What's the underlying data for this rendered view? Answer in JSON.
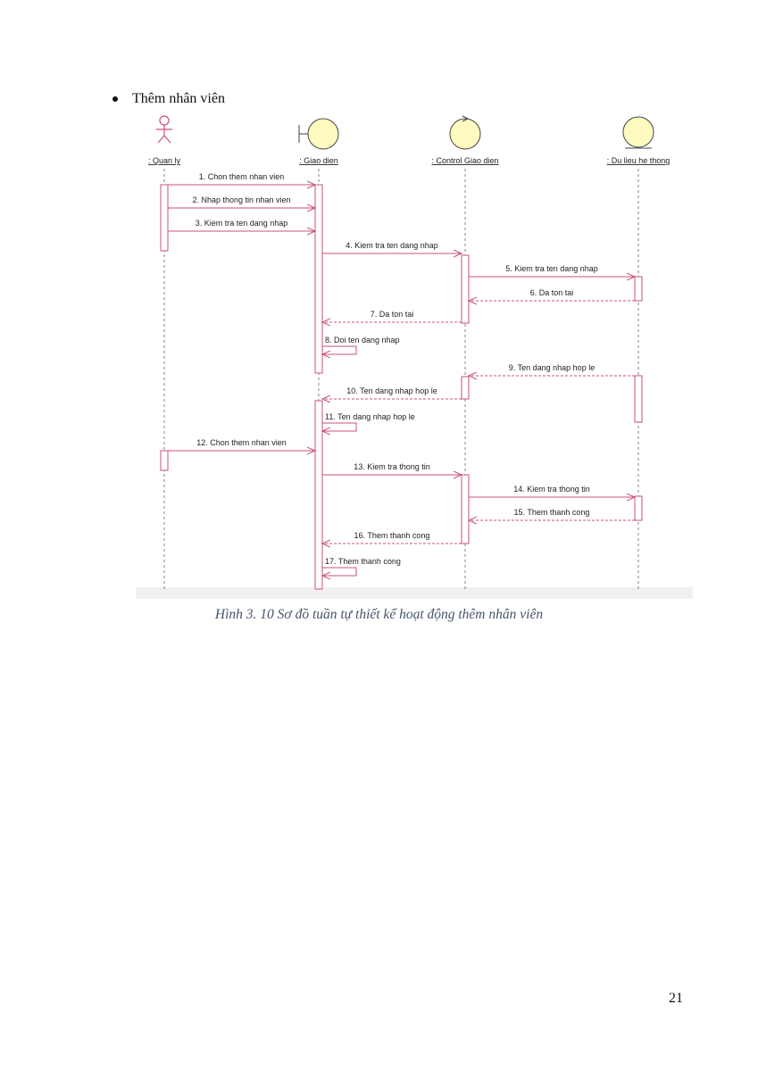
{
  "document": {
    "bullet_text": "Thêm nhân viên",
    "caption": "Hình 3. 10 Sơ đồ tuần tự thiết kế hoạt động thêm nhân viên",
    "page_number": "21"
  },
  "diagram": {
    "type": "uml-sequence",
    "line_color": "#c8507a",
    "object_fill": "#fffbc0",
    "participants": [
      {
        "id": "quanly",
        "kind": "actor",
        "label": ": Quan ly"
      },
      {
        "id": "giaodien",
        "kind": "boundary",
        "label": ": Giao dien"
      },
      {
        "id": "control",
        "kind": "control",
        "label": ": Control Giao dien"
      },
      {
        "id": "dulieu",
        "kind": "entity",
        "label": ": Du lieu he thong"
      }
    ],
    "messages": [
      {
        "label": "1. Chon them nhan vien",
        "from": "quanly",
        "to": "giaodien",
        "kind": "call"
      },
      {
        "label": "2. Nhap thong tin nhan vien",
        "from": "quanly",
        "to": "giaodien",
        "kind": "call"
      },
      {
        "label": "3. Kiem tra ten dang nhap",
        "from": "quanly",
        "to": "giaodien",
        "kind": "call"
      },
      {
        "label": "4. Kiem tra ten dang nhap",
        "from": "giaodien",
        "to": "control",
        "kind": "call"
      },
      {
        "label": "5. Kiem tra ten dang nhap",
        "from": "control",
        "to": "dulieu",
        "kind": "call"
      },
      {
        "label": "6. Da ton tai",
        "from": "dulieu",
        "to": "control",
        "kind": "return"
      },
      {
        "label": "7. Da ton tai",
        "from": "control",
        "to": "giaodien",
        "kind": "return"
      },
      {
        "label": "8. Doi ten dang nhap",
        "from": "giaodien",
        "to": "giaodien",
        "kind": "self"
      },
      {
        "label": "9. Ten dang nhap hop le",
        "from": "dulieu",
        "to": "control",
        "kind": "return"
      },
      {
        "label": "10. Ten dang nhap hop le",
        "from": "control",
        "to": "giaodien",
        "kind": "return"
      },
      {
        "label": "11. Ten dang nhap hop le",
        "from": "giaodien",
        "to": "giaodien",
        "kind": "self"
      },
      {
        "label": "12. Chon them nhan vien",
        "from": "quanly",
        "to": "giaodien",
        "kind": "call"
      },
      {
        "label": "13. Kiem tra thong tin",
        "from": "giaodien",
        "to": "control",
        "kind": "call"
      },
      {
        "label": "14. Kiem tra thong tin",
        "from": "control",
        "to": "dulieu",
        "kind": "call"
      },
      {
        "label": "15. Them thanh cong",
        "from": "dulieu",
        "to": "control",
        "kind": "return"
      },
      {
        "label": "16. Them thanh cong",
        "from": "control",
        "to": "giaodien",
        "kind": "return"
      },
      {
        "label": "17. Them thanh cong",
        "from": "giaodien",
        "to": "giaodien",
        "kind": "self"
      }
    ]
  }
}
